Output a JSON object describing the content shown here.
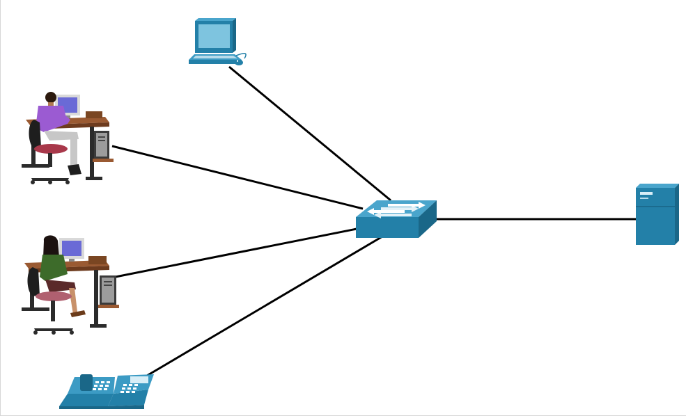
{
  "diagram": {
    "type": "network-topology",
    "hub": "switch",
    "nodes": [
      {
        "id": "switch",
        "kind": "switch",
        "icon": "switch-icon"
      },
      {
        "id": "laptop",
        "kind": "laptop",
        "icon": "laptop-icon"
      },
      {
        "id": "user-man",
        "kind": "workstation-user",
        "icon": "workstation-user-icon"
      },
      {
        "id": "user-woman",
        "kind": "workstation-user",
        "icon": "workstation-user-icon"
      },
      {
        "id": "ip-phone",
        "kind": "ip-phone",
        "icon": "ip-phone-icon"
      },
      {
        "id": "server",
        "kind": "server",
        "icon": "server-icon"
      }
    ],
    "links": [
      {
        "from": "switch",
        "to": "laptop"
      },
      {
        "from": "switch",
        "to": "user-man"
      },
      {
        "from": "switch",
        "to": "user-woman"
      },
      {
        "from": "switch",
        "to": "ip-phone"
      },
      {
        "from": "switch",
        "to": "server"
      }
    ],
    "colors": {
      "device_blue": "#2380a8",
      "device_top": "#3c9bc4",
      "device_dark": "#1a6788",
      "link": "#000000"
    }
  }
}
